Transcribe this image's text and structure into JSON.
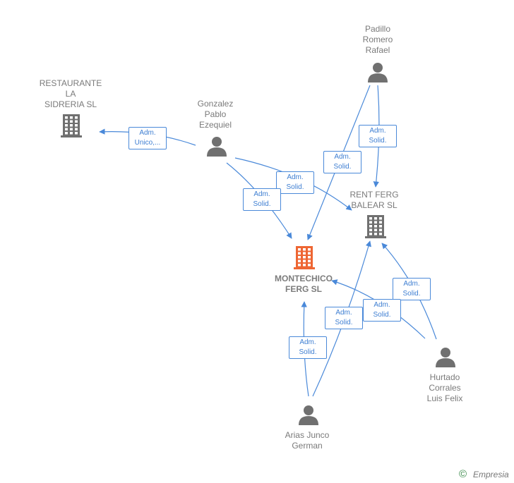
{
  "nodes": {
    "restaurante": {
      "lines": [
        "RESTAURANTE",
        "LA",
        "SIDRERIA SL"
      ],
      "type": "company"
    },
    "gonzalez": {
      "lines": [
        "Gonzalez",
        "Pablo",
        "Ezequiel"
      ],
      "type": "person"
    },
    "padillo": {
      "lines": [
        "Padillo",
        "Romero",
        "Rafael"
      ],
      "type": "person"
    },
    "rentferg": {
      "lines": [
        "RENT FERG",
        "BALEAR  SL"
      ],
      "type": "company"
    },
    "montechico": {
      "lines": [
        "MONTECHICO",
        "FERG  SL"
      ],
      "type": "company-main"
    },
    "hurtado": {
      "lines": [
        "Hurtado",
        "Corrales",
        "Luis Felix"
      ],
      "type": "person"
    },
    "arias": {
      "lines": [
        "Arias Junco",
        "German"
      ],
      "type": "person"
    }
  },
  "edges": [
    {
      "id": "gonzalez-restaurante",
      "label": [
        "Adm.",
        "Unico,..."
      ]
    },
    {
      "id": "gonzalez-rentferg",
      "label": [
        "Adm.",
        "Solid."
      ]
    },
    {
      "id": "gonzalez-montechico",
      "label": [
        "Adm.",
        "Solid."
      ]
    },
    {
      "id": "padillo-montechico",
      "label": [
        "Adm.",
        "Solid."
      ]
    },
    {
      "id": "padillo-rentferg",
      "label": [
        "Adm.",
        "Solid."
      ]
    },
    {
      "id": "hurtado-rentferg",
      "label": [
        "Adm.",
        "Solid."
      ]
    },
    {
      "id": "hurtado-montechico",
      "label": [
        "Adm.",
        "Solid."
      ]
    },
    {
      "id": "arias-rentferg",
      "label": [
        "Adm.",
        "Solid."
      ]
    },
    {
      "id": "arias-montechico",
      "label": [
        "Adm.",
        "Solid."
      ]
    }
  ],
  "colors": {
    "edge": "#4a89d9",
    "company": "#707070",
    "main_company": "#ee6633",
    "person": "#707070"
  },
  "footer": {
    "copyright": "©",
    "brand": "Empresia"
  }
}
